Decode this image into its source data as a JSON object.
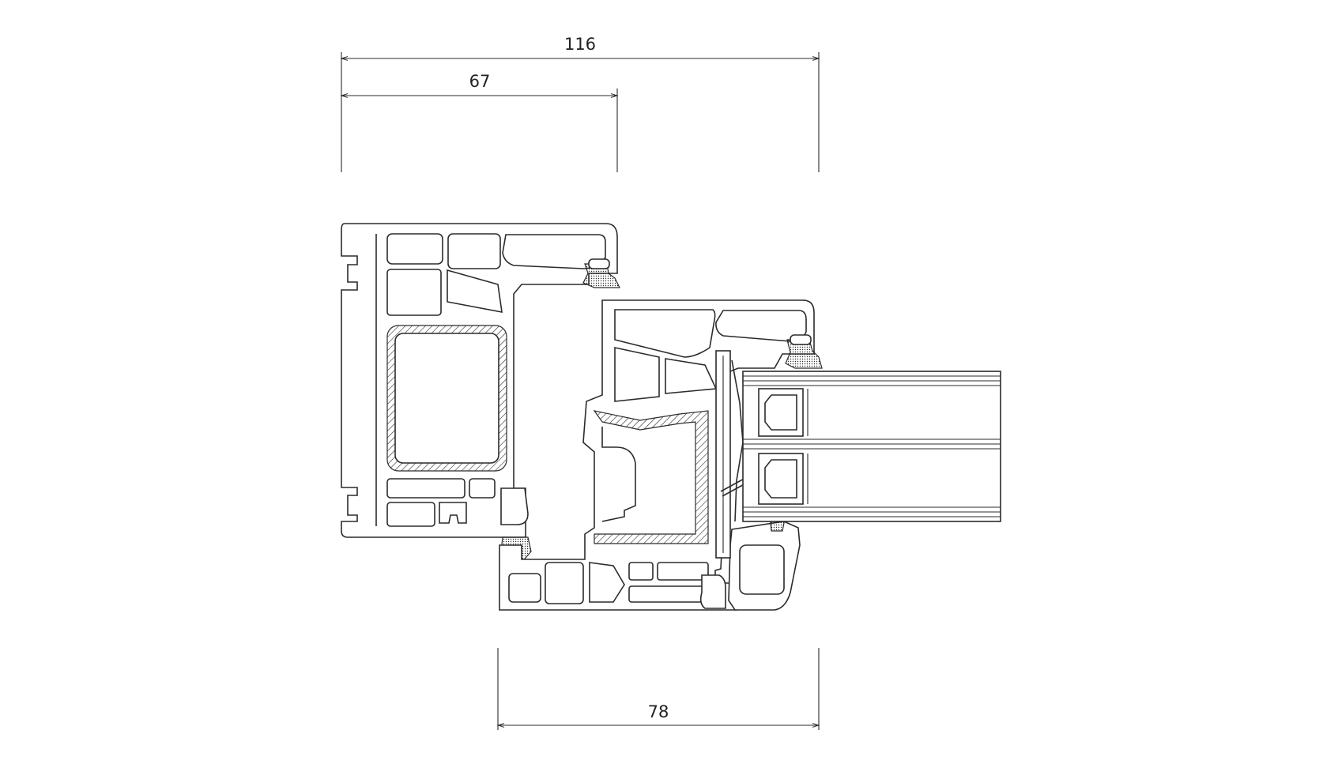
{
  "dimensions": {
    "top_overall": "116",
    "top_inner": "67",
    "bottom": "78"
  },
  "colors": {
    "line": "#2b2b2b",
    "background": "#ffffff"
  }
}
